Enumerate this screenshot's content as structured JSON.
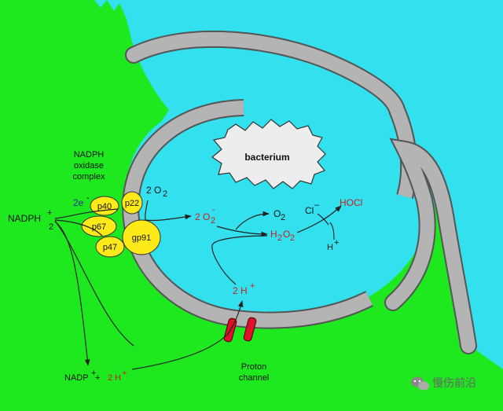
{
  "colors": {
    "cytoplasm": "#1ee81e",
    "phagosome_lumen": "#33e0ee",
    "membrane": "#b4b4b4",
    "membrane_edge": "#555555",
    "oxidase_subunit": "#ffea19",
    "proton_channel": "#e0102a",
    "arrow": "#222222",
    "bacterium": "#ededed",
    "red_text": "#cc1f1f"
  },
  "labels": {
    "bacterium": "bacterium",
    "complex_line1": "NADPH",
    "complex_line2": "oxidase",
    "complex_line3": "complex",
    "nadph": "NADPH",
    "nadph_charge": "+",
    "nadph_sub": "2",
    "electrons": "2e",
    "electrons_sup": "-",
    "oxygen_in": "2 O",
    "oxygen_in_sub": "2",
    "superoxide": "2 O",
    "superoxide_sub": "2",
    "superoxide_sup": "-",
    "o2": "O",
    "o2_sub": "2",
    "h2o2_a": "H",
    "h2o2_sub1": "2",
    "h2o2_b": "O",
    "h2o2_sub2": "2",
    "chloride": "Cl",
    "chloride_sup": "–",
    "hocl": "HOCl",
    "proton": "H",
    "proton_sup": "+",
    "two_protons": "2 H",
    "two_protons_sup": "+",
    "nadp": "NADP",
    "nadp_sup": "+",
    "plus": " + ",
    "protons_out": "2 H",
    "protons_out_sup": "+",
    "channel_line1": "Proton",
    "channel_line2": "channel"
  },
  "subunits": [
    "p40",
    "p22",
    "p67",
    "gp91",
    "p47"
  ],
  "watermark": "慢伤前沿",
  "icons": {
    "watermark_logo": "wechat-icon"
  }
}
